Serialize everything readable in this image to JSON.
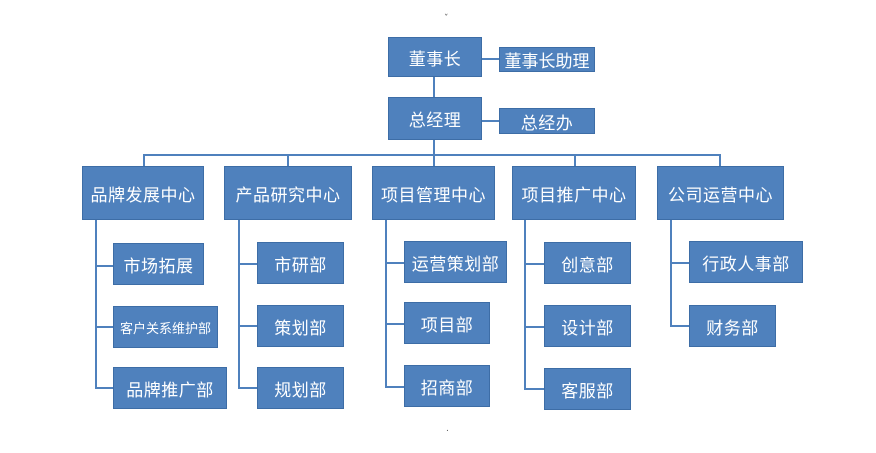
{
  "org": {
    "chairman": "董事长",
    "chairman_assistant": "董事长助理",
    "general_manager": "总经理",
    "gm_office": "总经办",
    "centers": [
      {
        "name": "品牌发展中心",
        "departments": [
          "市场拓展",
          "客户关系维护部",
          "品牌推广部"
        ]
      },
      {
        "name": "产品研究中心",
        "departments": [
          "市研部",
          "策划部",
          "规划部"
        ]
      },
      {
        "name": "项目管理中心",
        "departments": [
          "运营策划部",
          "项目部",
          "招商部"
        ]
      },
      {
        "name": "项目推广中心",
        "departments": [
          "创意部",
          "设计部",
          "客服部"
        ]
      },
      {
        "name": "公司运营中心",
        "departments": [
          "行政人事部",
          "财务部"
        ]
      }
    ]
  }
}
